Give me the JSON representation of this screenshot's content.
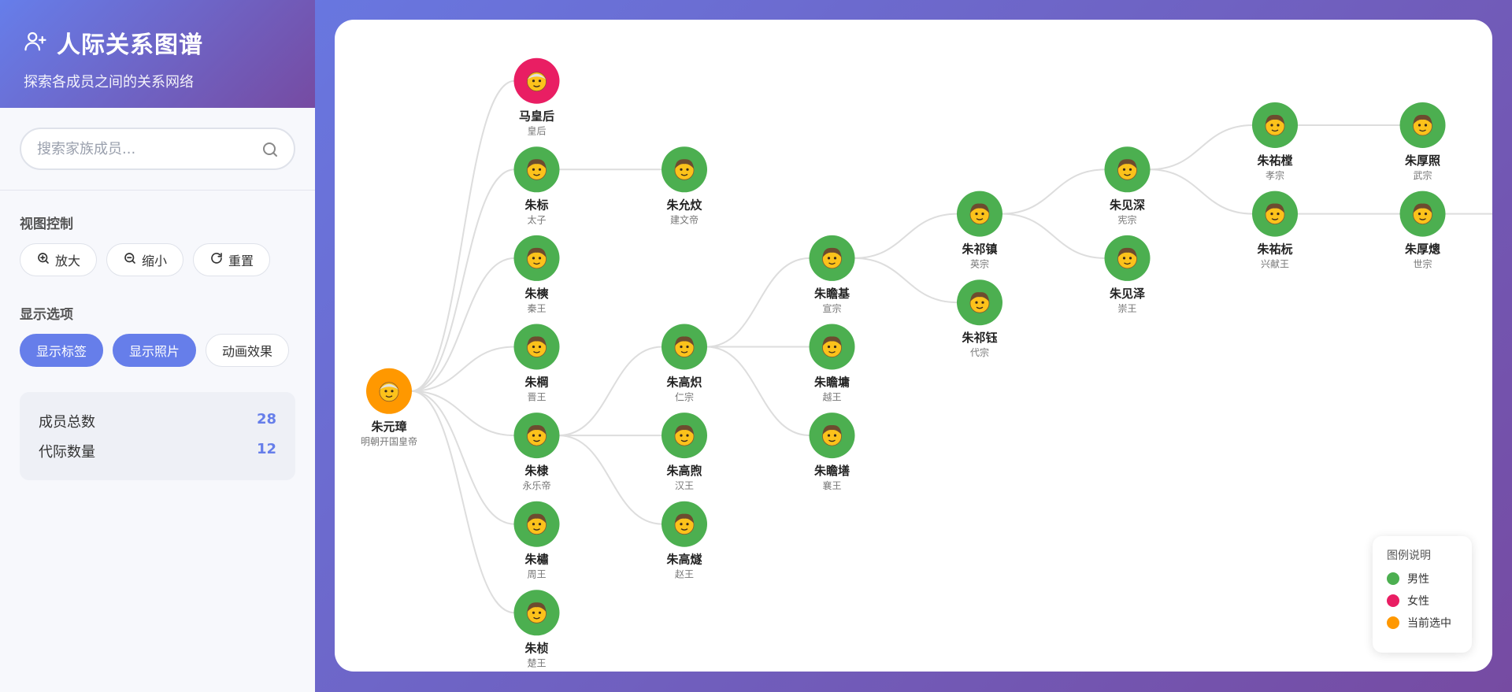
{
  "sidebar": {
    "title": "人际关系图谱",
    "subtitle": "探索各成员之间的关系网络",
    "search": {
      "placeholder": "搜索家族成员...",
      "value": ""
    },
    "view_controls": {
      "heading": "视图控制",
      "zoom_in": "放大",
      "zoom_out": "缩小",
      "reset": "重置"
    },
    "display_options": {
      "heading": "显示选项",
      "show_labels": "显示标签",
      "show_photos": "显示照片",
      "animation": "动画效果"
    },
    "stats": {
      "members_label": "成员总数",
      "members_value": "28",
      "generations_label": "代际数量",
      "generations_value": "12"
    }
  },
  "legend": {
    "title": "图例说明",
    "male": "男性",
    "female": "女性",
    "selected": "当前选中"
  },
  "colors": {
    "male": "#4caf50",
    "female": "#e91e63",
    "selected": "#ff9800",
    "accent": "#667eea"
  },
  "graph": {
    "nodes": [
      {
        "id": "zyz",
        "name": "朱元璋",
        "title": "明朝开国皇帝",
        "gender": "selected",
        "col": 0,
        "row": 3
      },
      {
        "id": "mhh",
        "name": "马皇后",
        "title": "皇后",
        "gender": "female",
        "col": 1,
        "row": -0.5
      },
      {
        "id": "zb",
        "name": "朱标",
        "title": "太子",
        "gender": "male",
        "col": 1,
        "row": 0.5
      },
      {
        "id": "zs",
        "name": "朱樉",
        "title": "秦王",
        "gender": "male",
        "col": 1,
        "row": 1.5
      },
      {
        "id": "zg",
        "name": "朱棡",
        "title": "晋王",
        "gender": "male",
        "col": 1,
        "row": 2.5
      },
      {
        "id": "zd",
        "name": "朱棣",
        "title": "永乐帝",
        "gender": "male",
        "col": 1,
        "row": 3.5
      },
      {
        "id": "zsu",
        "name": "朱橚",
        "title": "周王",
        "gender": "male",
        "col": 1,
        "row": 4.5
      },
      {
        "id": "zz",
        "name": "朱桢",
        "title": "楚王",
        "gender": "male",
        "col": 1,
        "row": 5.5
      },
      {
        "id": "zyw",
        "name": "朱允炆",
        "title": "建文帝",
        "gender": "male",
        "col": 2,
        "row": 0.5
      },
      {
        "id": "zgc",
        "name": "朱高炽",
        "title": "仁宗",
        "gender": "male",
        "col": 2,
        "row": 2.5
      },
      {
        "id": "zgx",
        "name": "朱高煦",
        "title": "汉王",
        "gender": "male",
        "col": 2,
        "row": 3.5
      },
      {
        "id": "zgs",
        "name": "朱高燧",
        "title": "赵王",
        "gender": "male",
        "col": 2,
        "row": 4.5
      },
      {
        "id": "zzj",
        "name": "朱瞻基",
        "title": "宣宗",
        "gender": "male",
        "col": 3,
        "row": 1.5
      },
      {
        "id": "zzy",
        "name": "朱瞻墉",
        "title": "越王",
        "gender": "male",
        "col": 3,
        "row": 2.5
      },
      {
        "id": "zzs",
        "name": "朱瞻墡",
        "title": "襄王",
        "gender": "male",
        "col": 3,
        "row": 3.5
      },
      {
        "id": "zqz",
        "name": "朱祁镇",
        "title": "英宗",
        "gender": "male",
        "col": 4,
        "row": 1
      },
      {
        "id": "zqy",
        "name": "朱祁钰",
        "title": "代宗",
        "gender": "male",
        "col": 4,
        "row": 2
      },
      {
        "id": "zjs",
        "name": "朱见深",
        "title": "宪宗",
        "gender": "male",
        "col": 5,
        "row": 0.5
      },
      {
        "id": "zjz",
        "name": "朱见泽",
        "title": "崇王",
        "gender": "male",
        "col": 5,
        "row": 1.5
      },
      {
        "id": "zyt",
        "name": "朱祐樘",
        "title": "孝宗",
        "gender": "male",
        "col": 6,
        "row": 0
      },
      {
        "id": "zyy",
        "name": "朱祐杬",
        "title": "兴献王",
        "gender": "male",
        "col": 6,
        "row": 1
      },
      {
        "id": "zhz",
        "name": "朱厚照",
        "title": "武宗",
        "gender": "male",
        "col": 7,
        "row": 0
      },
      {
        "id": "zhc",
        "name": "朱厚熜",
        "title": "世宗",
        "gender": "male",
        "col": 7,
        "row": 1
      }
    ],
    "links": [
      [
        "zyz",
        "mhh"
      ],
      [
        "zyz",
        "zb"
      ],
      [
        "zyz",
        "zs"
      ],
      [
        "zyz",
        "zg"
      ],
      [
        "zyz",
        "zd"
      ],
      [
        "zyz",
        "zsu"
      ],
      [
        "zyz",
        "zz"
      ],
      [
        "zb",
        "zyw"
      ],
      [
        "zd",
        "zgc"
      ],
      [
        "zd",
        "zgx"
      ],
      [
        "zd",
        "zgs"
      ],
      [
        "zgc",
        "zzj"
      ],
      [
        "zgc",
        "zzy"
      ],
      [
        "zgc",
        "zzs"
      ],
      [
        "zzj",
        "zqz"
      ],
      [
        "zzj",
        "zqy"
      ],
      [
        "zqz",
        "zjs"
      ],
      [
        "zqz",
        "zjz"
      ],
      [
        "zjs",
        "zyt"
      ],
      [
        "zjs",
        "zyy"
      ],
      [
        "zyt",
        "zhz"
      ],
      [
        "zyy",
        "zhc"
      ],
      [
        "zhc",
        "offscreen"
      ]
    ]
  }
}
